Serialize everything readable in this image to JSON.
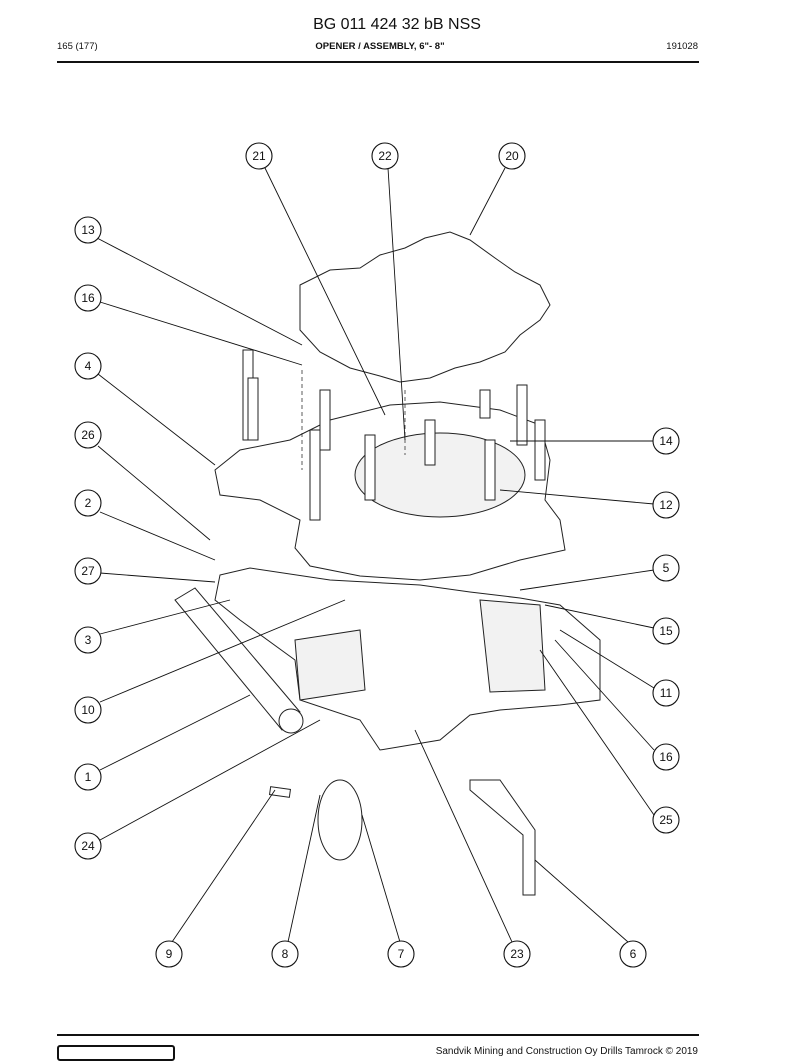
{
  "header": {
    "doc_title": "BG 011 424 32 bB NSS",
    "page": "165 (177)",
    "section": "OPENER / ASSEMBLY, 6\"- 8\"",
    "date": "191028"
  },
  "footer": {
    "copyright": "Sandvik Mining and Construction Oy Drills Tamrock © 2019"
  },
  "callouts": [
    {
      "label": "21",
      "anchor": "c-21"
    },
    {
      "label": "22",
      "anchor": "c-22"
    },
    {
      "label": "20",
      "anchor": "c-20"
    },
    {
      "label": "13",
      "anchor": "c-13"
    },
    {
      "label": "16",
      "anchor": "c-16a"
    },
    {
      "label": "4",
      "anchor": "c-4"
    },
    {
      "label": "26",
      "anchor": "c-26"
    },
    {
      "label": "14",
      "anchor": "c-14"
    },
    {
      "label": "2",
      "anchor": "c-2"
    },
    {
      "label": "12",
      "anchor": "c-12"
    },
    {
      "label": "27",
      "anchor": "c-27"
    },
    {
      "label": "5",
      "anchor": "c-5"
    },
    {
      "label": "3",
      "anchor": "c-3"
    },
    {
      "label": "15",
      "anchor": "c-15"
    },
    {
      "label": "11",
      "anchor": "c-11"
    },
    {
      "label": "10",
      "anchor": "c-10"
    },
    {
      "label": "1",
      "anchor": "c-1"
    },
    {
      "label": "16",
      "anchor": "c-16b"
    },
    {
      "label": "25",
      "anchor": "c-25"
    },
    {
      "label": "24",
      "anchor": "c-24"
    },
    {
      "label": "9",
      "anchor": "c-9"
    },
    {
      "label": "8",
      "anchor": "c-8"
    },
    {
      "label": "7",
      "anchor": "c-7"
    },
    {
      "label": "23",
      "anchor": "c-23"
    },
    {
      "label": "6",
      "anchor": "c-6"
    }
  ]
}
